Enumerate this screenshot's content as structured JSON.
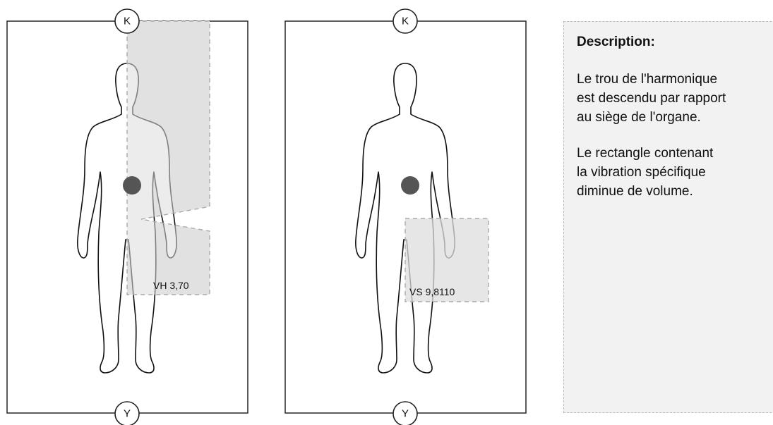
{
  "panel_left": {
    "top_marker": "K",
    "bottom_marker": "Y",
    "value_label": "VH 3,70"
  },
  "panel_right": {
    "top_marker": "K",
    "bottom_marker": "Y",
    "value_label": "VS 9,8110"
  },
  "description": {
    "title": "Description:",
    "paragraph_1": "Le trou de l'harmonique\nest descendu par rapport\nau siège de l'organe.",
    "paragraph_2": "Le rectangle contenant\nla vibration spécifique\ndiminue de volume."
  },
  "colors": {
    "shade": "#e6e6e6",
    "organ": "#555555",
    "panel_background": "#f2f2f2"
  }
}
